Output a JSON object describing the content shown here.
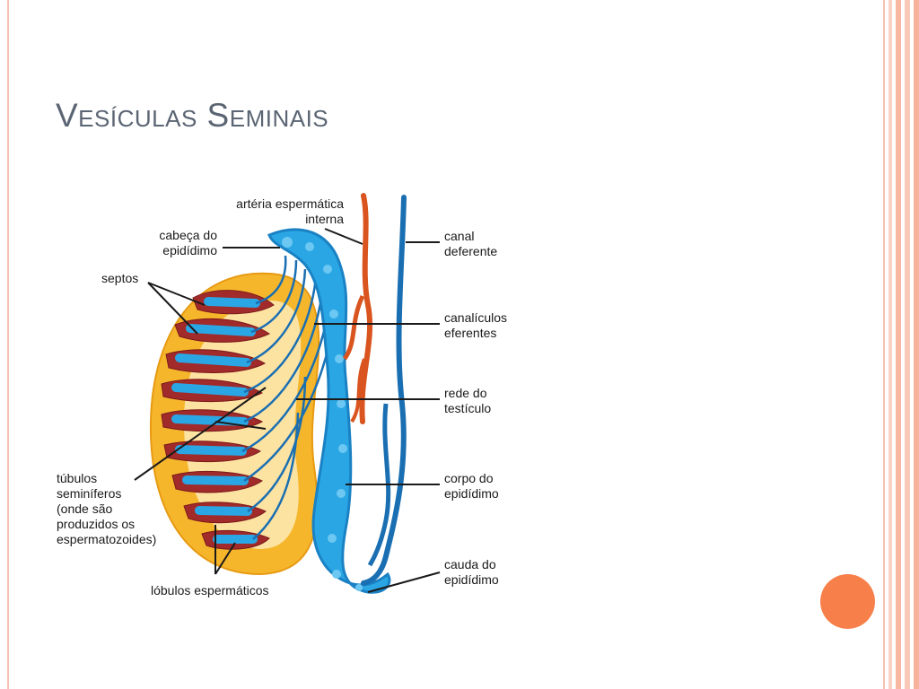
{
  "slide": {
    "title": "Vesículas Seminais",
    "accent_color": "#f7804a",
    "border_color": "#f4c2b2"
  },
  "diagram": {
    "labels": {
      "arteria": "artéria espermática\ninterna",
      "cabeca": "cabeça do\nepidídimo",
      "septos": "septos",
      "canal": "canal\ndeferente",
      "canaliculos": "canalículos\neferentes",
      "rede": "rede do\ntestículo",
      "tubulos": "túbulos\nseminíferos\n(onde são\nproduzidos os\nespermatozoides)",
      "corpo": "corpo do\nepidídimo",
      "cauda": "cauda do\nepidídimo",
      "lobulos": "lóbulos espermáticos"
    },
    "colors": {
      "testis_outer": "#f6b62c",
      "testis_inner": "#fde3a2",
      "lobule": "#a12a2a",
      "tubule": "#2aa6e4",
      "duct": "#1a6fb2",
      "artery": "#d9541e"
    }
  }
}
